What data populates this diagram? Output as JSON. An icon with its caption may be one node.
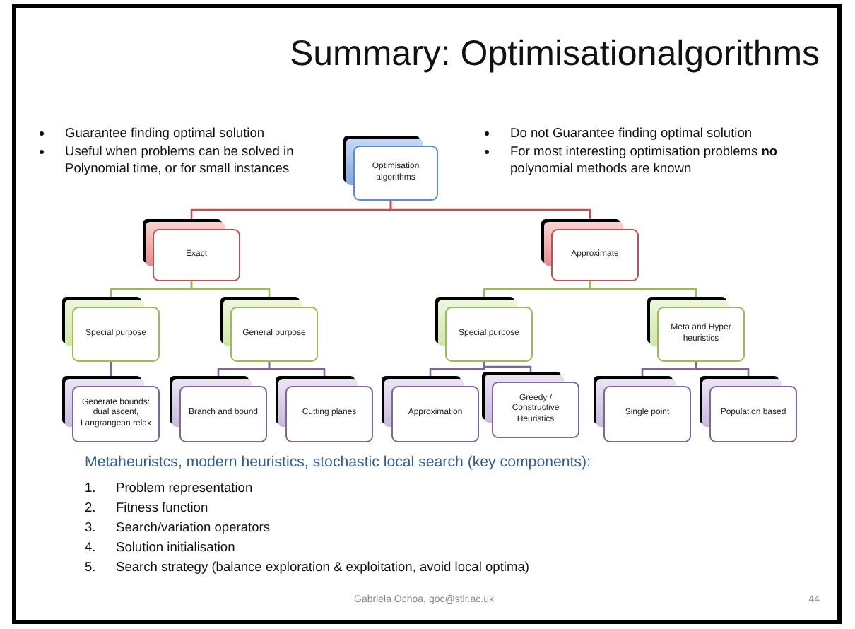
{
  "diagram": {
    "title": "Summary: Optimisationalgorithms",
    "nodes": [
      {
        "text": [
          "Optimisation algorithms"
        ]
      },
      {
        "text": [
          "Exact"
        ]
      },
      {
        "text": [
          "Approximate"
        ]
      },
      {
        "text": [
          "Special purpose"
        ]
      },
      {
        "text": [
          "General purpose"
        ]
      },
      {
        "text": [
          "Special purpose"
        ]
      },
      {
        "text": [
          "Meta and Hyper heuristics"
        ]
      },
      {
        "text": [
          "Generate bounds: dual ascent, Langrangean relax"
        ]
      },
      {
        "text": [
          "Branch and bound"
        ]
      },
      {
        "text": [
          "Cutting planes"
        ]
      },
      {
        "text": [
          "Approximation"
        ]
      },
      {
        "text": [
          "Greedy / Constructive Heuristics"
        ]
      },
      {
        "text": [
          "Single point"
        ]
      },
      {
        "text": [
          "Population based"
        ]
      }
    ],
    "edges": [
      {
        "from": 0,
        "to": 1,
        "arrow": "none",
        "color": "#c0504d"
      },
      {
        "from": 0,
        "to": 2,
        "arrow": "none",
        "color": "#c0504d"
      },
      {
        "from": 1,
        "to": 3,
        "arrow": "none",
        "color": "#9bbb59"
      },
      {
        "from": 1,
        "to": 4,
        "arrow": "none",
        "color": "#9bbb59"
      },
      {
        "from": 2,
        "to": 5,
        "arrow": "none",
        "color": "#9bbb59"
      },
      {
        "from": 2,
        "to": 6,
        "arrow": "none",
        "color": "#9bbb59"
      },
      {
        "from": 3,
        "to": 7,
        "arrow": "none"
      },
      {
        "from": 4,
        "to": 8,
        "arrow": "none"
      },
      {
        "from": 4,
        "to": 9,
        "arrow": "none"
      },
      {
        "from": 5,
        "to": 10,
        "arrow": "none"
      },
      {
        "from": 5,
        "to": 11,
        "arrow": "none"
      },
      {
        "from": 6,
        "to": 12,
        "arrow": "none"
      },
      {
        "from": 6,
        "to": 13,
        "arrow": "none"
      }
    ],
    "labels": [
      "Guarantee finding optimal solution",
      "Useful when problems can be solved in Polynomial time, or for small instances",
      "Do not Guarantee finding optimal solution",
      "For most interesting optimisation problems **no** polynomial methods are known",
      "Metaheuristcs, modern heuristics, stochastic local search (key components):",
      "1.",
      "Problem representation",
      "2.",
      "Fitness function",
      "3.",
      "Search/variation operators",
      "4.",
      "Solution initialisation",
      "5.",
      "Search strategy (balance exploration & exploitation, avoid local optima)",
      "Gabriela Ochoa, goc@stir.ac.uk",
      "44"
    ]
  }
}
